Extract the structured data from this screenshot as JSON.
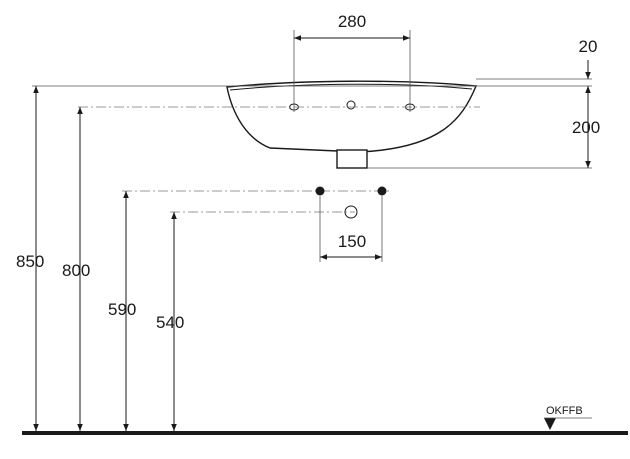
{
  "dimensions": {
    "d280": "280",
    "d20": "20",
    "d200": "200",
    "d150": "150",
    "d850": "850",
    "d800": "800",
    "d590": "590",
    "d540": "540"
  },
  "floor_label": "OKFFB",
  "colors": {
    "ink": "#1a1a1a",
    "centerline": "#777777",
    "background": "#ffffff"
  }
}
